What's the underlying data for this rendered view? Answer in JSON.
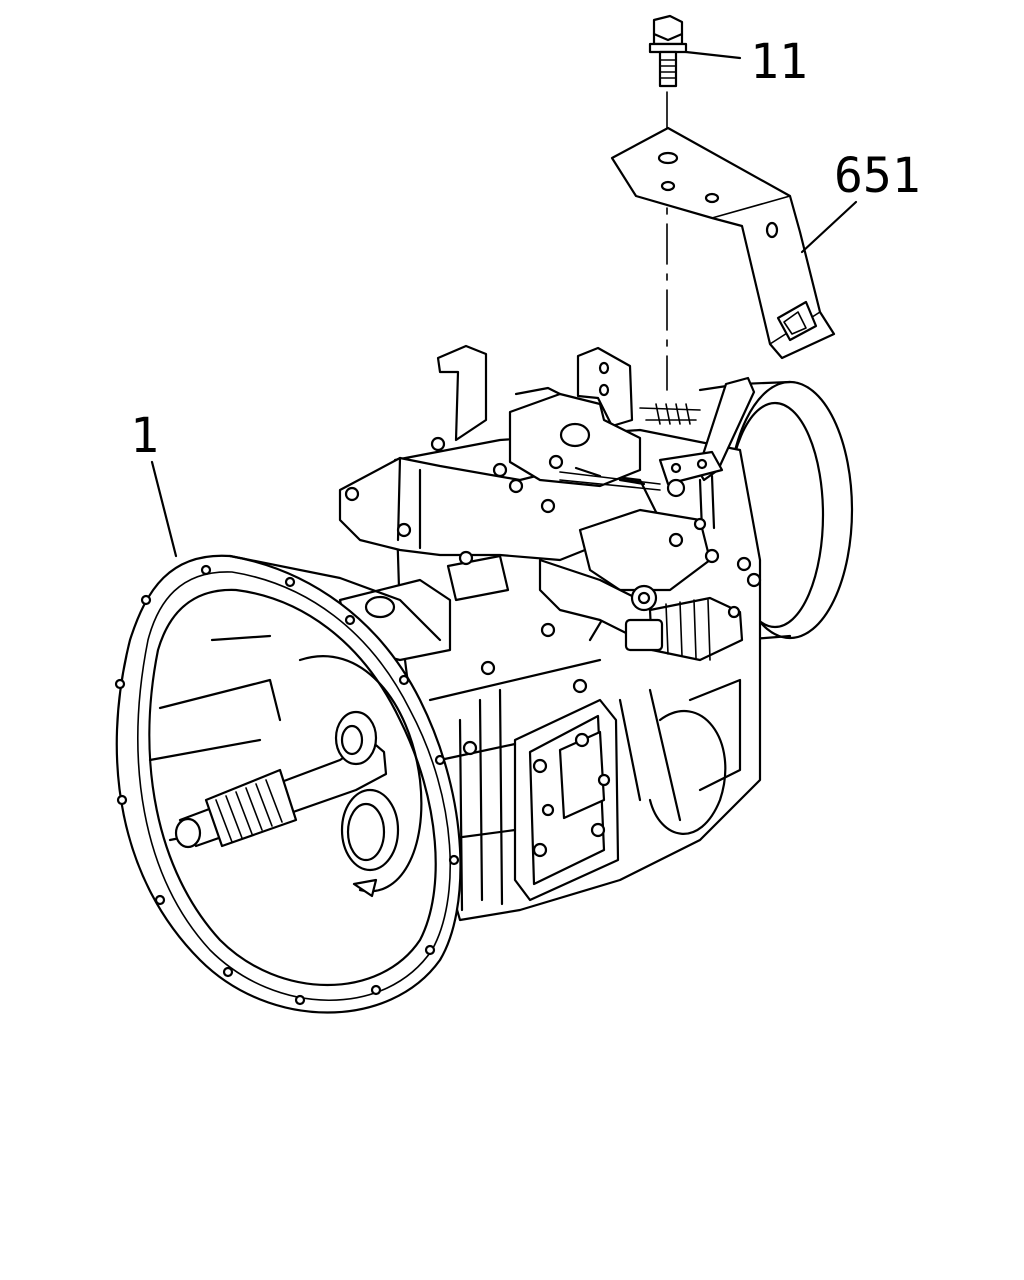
{
  "callouts": [
    {
      "id": "bolt",
      "label": "11"
    },
    {
      "id": "bracket",
      "label": "651"
    },
    {
      "id": "transmission",
      "label": "1"
    }
  ],
  "colors": {
    "line": "#000000",
    "background": "#ffffff"
  }
}
